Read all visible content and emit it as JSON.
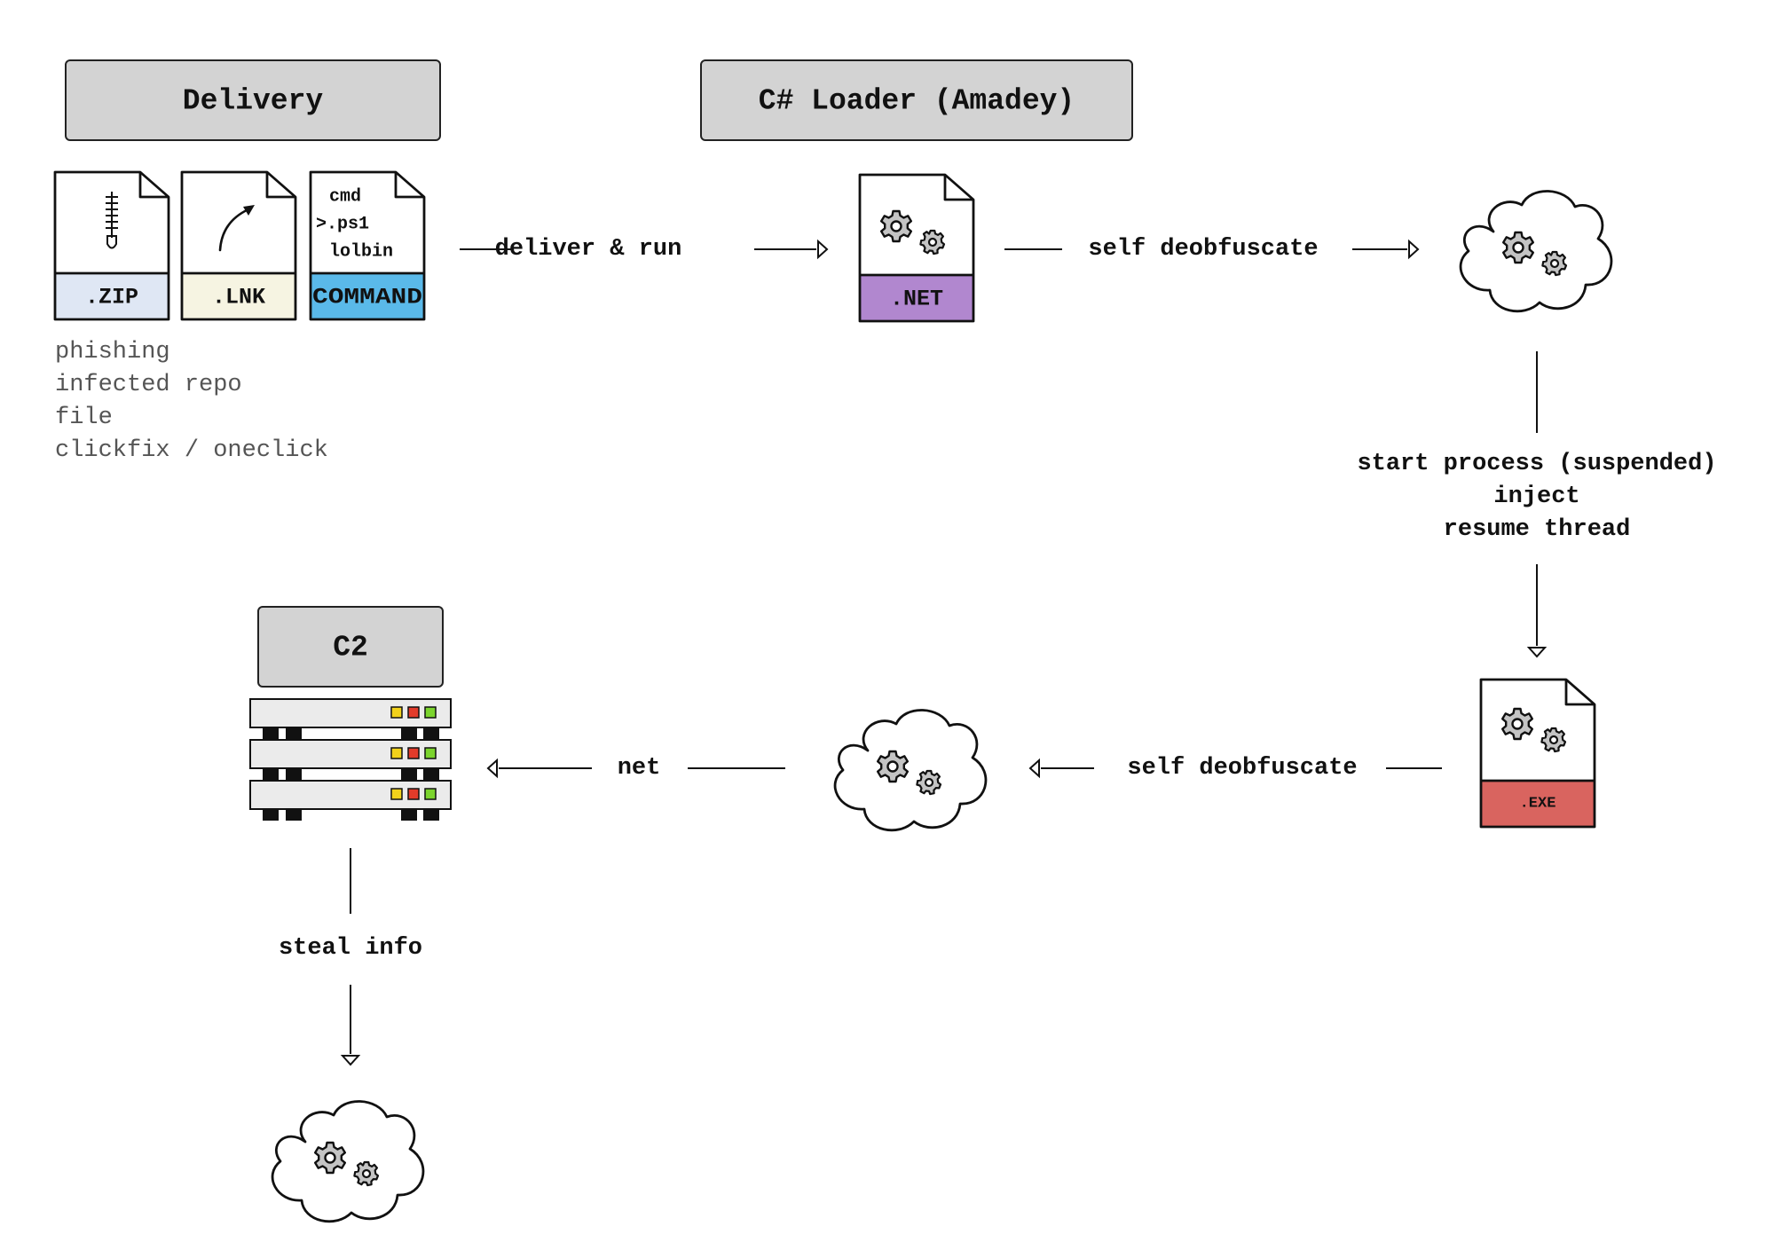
{
  "groups": {
    "delivery": "Delivery",
    "loader": "C# Loader (Amadey)",
    "c2": "C2"
  },
  "files": {
    "zip": ".ZIP",
    "lnk": ".LNK",
    "command": "COMMAND",
    "command_lines": [
      "cmd",
      ">.ps1",
      "lolbin"
    ],
    "net": ".NET",
    "exe": ".EXE"
  },
  "delivery_methods": [
    "phishing",
    "infected repo",
    "file",
    "clickfix / oneclick"
  ],
  "steps": {
    "deliver_run": "deliver & run",
    "self_deobfuscate_1": "self deobfuscate",
    "inject_lines": [
      "start process (suspended)",
      "inject",
      "resume thread"
    ],
    "self_deobfuscate_2": "self deobfuscate",
    "net": "net",
    "steal_info": "steal info"
  },
  "colors": {
    "zip_band": "#dfe7f4",
    "lnk_band": "#f6f4e2",
    "command_band": "#5ab9e9",
    "net_band": "#b187cf",
    "exe_band": "#d9645f",
    "group_box": "#d3d3d3",
    "gear": "#c4c4c4",
    "led_yellow": "#f2d21b",
    "led_red": "#e23b2a",
    "led_green": "#7bd42d"
  }
}
